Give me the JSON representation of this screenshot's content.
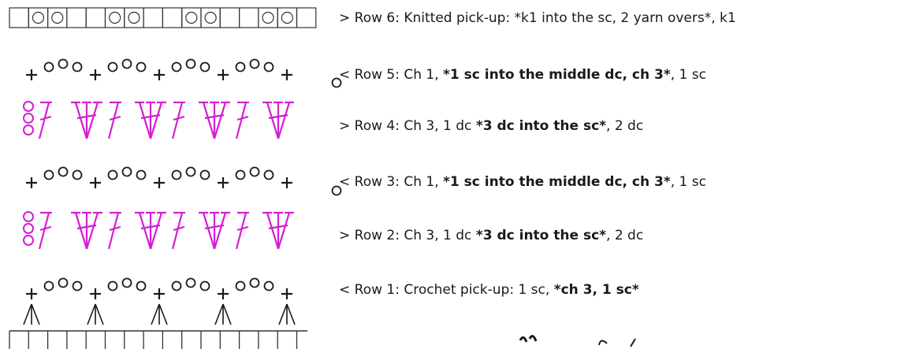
{
  "colors": {
    "ink": "#1a1a1a",
    "magenta": "#d41fd4",
    "grid": "#333333"
  },
  "rows": [
    {
      "id": "row6",
      "dir": ">",
      "label": "Row 6:",
      "parts": [
        {
          "t": " Knitted pick-up: *k1 into the sc, 2 yarn overs*, k1",
          "b": false
        }
      ]
    },
    {
      "id": "row5",
      "dir": "<",
      "label": "Row 5:",
      "parts": [
        {
          "t": " Ch 1, ",
          "b": false
        },
        {
          "t": "*1 sc into the middle dc, ch 3*",
          "b": true
        },
        {
          "t": ", 1 sc",
          "b": false
        }
      ]
    },
    {
      "id": "row4",
      "dir": ">",
      "label": "Row 4:",
      "parts": [
        {
          "t": " Ch 3, 1 dc ",
          "b": false
        },
        {
          "t": "*3 dc into the sc*",
          "b": true
        },
        {
          "t": ", 2 dc",
          "b": false
        }
      ]
    },
    {
      "id": "row3",
      "dir": "<",
      "label": "Row 3:",
      "parts": [
        {
          "t": " Ch 1, ",
          "b": false
        },
        {
          "t": "*1 sc into the middle dc, ch 3*",
          "b": true
        },
        {
          "t": ", 1 sc",
          "b": false
        }
      ]
    },
    {
      "id": "row2",
      "dir": ">",
      "label": "Row 2:",
      "parts": [
        {
          "t": " Ch 3, 1 dc ",
          "b": false
        },
        {
          "t": "*3 dc into the sc*",
          "b": true
        },
        {
          "t": ", 2 dc",
          "b": false
        }
      ]
    },
    {
      "id": "row1",
      "dir": "<",
      "label": "Row 1:",
      "parts": [
        {
          "t": " Crochet pick-up: 1 sc, ",
          "b": false
        },
        {
          "t": "*ch 3, 1 sc*",
          "b": true
        }
      ]
    }
  ]
}
